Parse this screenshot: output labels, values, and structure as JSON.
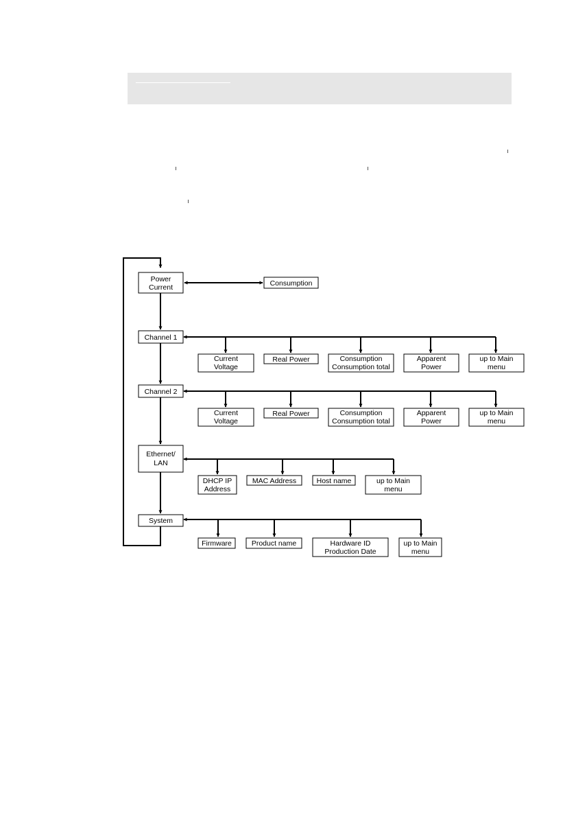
{
  "diagram": {
    "main_menu": {
      "power_current": [
        "Power",
        "Current"
      ],
      "channel1": [
        "Channel 1"
      ],
      "channel2": [
        "Channel 2"
      ],
      "ethernet": [
        "Ethernet/",
        "LAN"
      ],
      "system": [
        "System"
      ]
    },
    "power_current_items": {
      "consumption": [
        "Consumption"
      ]
    },
    "channel1_items": {
      "current_voltage": [
        "Current",
        "Voltage"
      ],
      "real_power": [
        "Real Power"
      ],
      "consumption": [
        "Consumption",
        "Consumption total"
      ],
      "apparent_power": [
        "Apparent",
        "Power"
      ],
      "up_to_main": [
        "up to Main",
        "menu"
      ]
    },
    "channel2_items": {
      "current_voltage": [
        "Current",
        "Voltage"
      ],
      "real_power": [
        "Real Power"
      ],
      "consumption": [
        "Consumption",
        "Consumption total"
      ],
      "apparent_power": [
        "Apparent",
        "Power"
      ],
      "up_to_main": [
        "up to Main",
        "menu"
      ]
    },
    "ethernet_items": {
      "dhcp_ip": [
        "DHCP IP",
        "Address"
      ],
      "mac_address": [
        "MAC Address"
      ],
      "host_name": [
        "Host name"
      ],
      "up_to_main": [
        "up to Main",
        "menu"
      ]
    },
    "system_items": {
      "firmware": [
        "Firmware"
      ],
      "product_name": [
        "Product name"
      ],
      "hardware_id": [
        "Hardware ID",
        "Production Date"
      ],
      "up_to_main": [
        "up to Main",
        "menu"
      ]
    }
  }
}
